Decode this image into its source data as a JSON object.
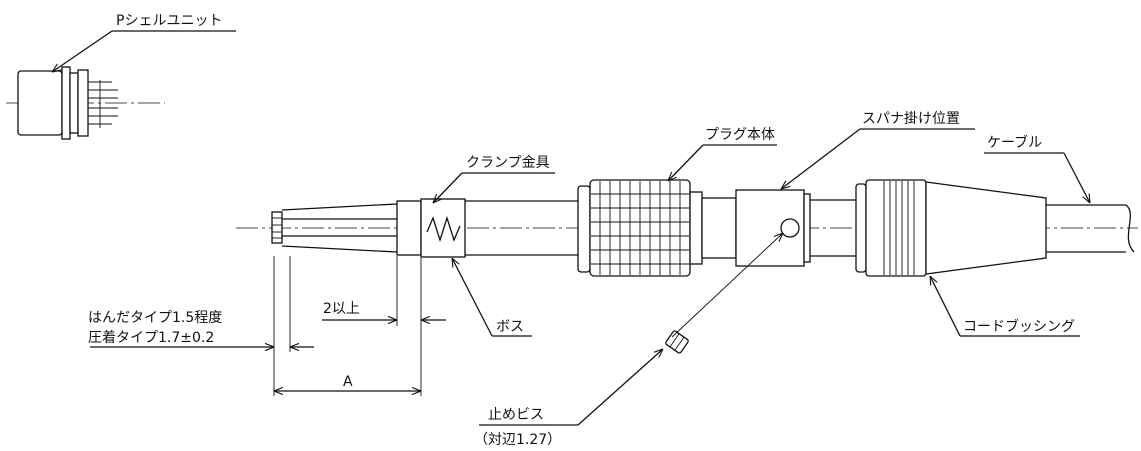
{
  "labels": {
    "p_shell_unit": "Pシェルユニット",
    "plug_body": "プラグ本体",
    "spanner_position": "スパナ掛け位置",
    "clamp_fitting": "クランプ金具",
    "cable": "ケーブル",
    "boss": "ボス",
    "cord_bushing": "コードブッシング",
    "set_screw": "止めビス",
    "across_flats": "（対辺1.27）"
  },
  "dimensions": {
    "solder_type": "はんだタイプ1.5程度",
    "crimp_type": "圧着タイプ1.7±0.2",
    "min_2": "2以上",
    "a": "A"
  }
}
